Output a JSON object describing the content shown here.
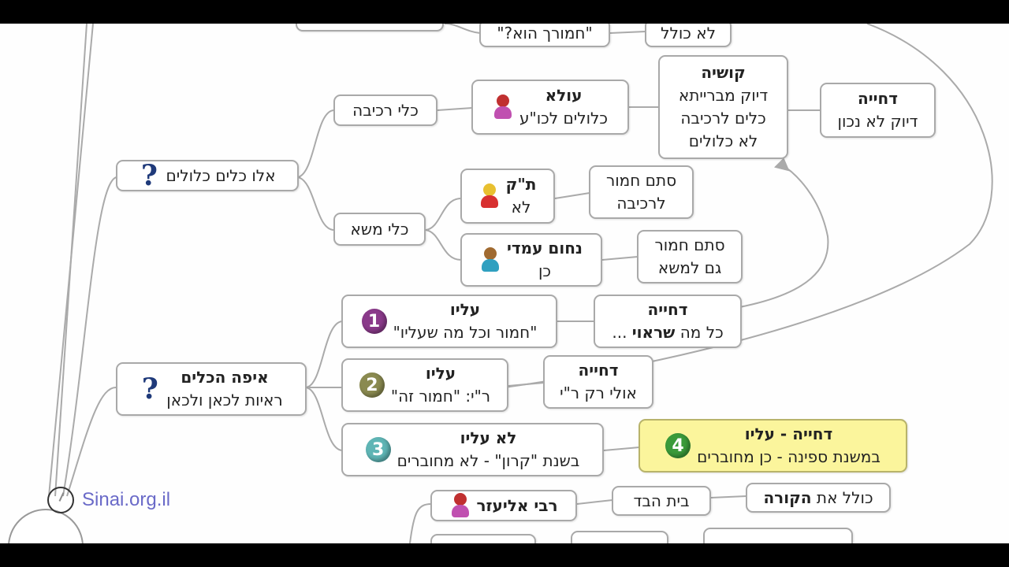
{
  "logo": {
    "text": "Sinai.org.il"
  },
  "nodes": {
    "chamorcha": {
      "text": "\"חמורך הוא?\""
    },
    "lo_kolel": {
      "text": "לא כולל"
    },
    "kli_rechiva": {
      "text": "כלי רכיבה"
    },
    "ula": {
      "title": "עולא",
      "text": "כלולים לכו\"ע",
      "icon": "female-person-icon"
    },
    "kushya": {
      "title": "קושיה",
      "lines": [
        "דיוק מברייתא",
        "כלים לרכיבה",
        "לא כלולים"
      ]
    },
    "dchiya_top": {
      "title": "דחייה",
      "text": "דיוק לא נכון"
    },
    "elu_kelim": {
      "text": "אלו כלים כלולים",
      "icon": "question-icon"
    },
    "kli_masa": {
      "text": "כלי משא"
    },
    "tk": {
      "title": "ת\"ק",
      "text": "לא",
      "icon": "blonde-person-icon"
    },
    "stam_rechiva": {
      "lines": [
        "סתם חמור",
        "לרכיבה"
      ]
    },
    "nachum": {
      "title": "נחום עמדי",
      "text": "כן",
      "icon": "male-person-icon"
    },
    "stam_masa": {
      "lines": [
        "סתם חמור",
        "גם למשא"
      ]
    },
    "alav1": {
      "number": "1",
      "title": "עליו",
      "text": "\"חמור וכל מה שעליו\""
    },
    "dchiya1": {
      "title": "דחייה",
      "text_plain": "כל מה",
      "text_bold": "שראוי",
      "text_tail": "..."
    },
    "eifo": {
      "title": "איפה הכלים",
      "text": "ראיות לכאן ולכאן",
      "icon": "question-icon"
    },
    "alav2": {
      "number": "2",
      "title": "עליו",
      "text": "ר\"י: \"חמור זה\""
    },
    "dchiya2": {
      "title": "דחייה",
      "text": "אולי רק ר\"י"
    },
    "lo_alav3": {
      "number": "3",
      "title": "לא עליו",
      "text": "בשנת \"קרון\" - לא מחוברים"
    },
    "dchiya4": {
      "number": "4",
      "title": "דחייה - עליו",
      "text": "במשנת ספינה - כן מחוברים"
    },
    "rabi_eliezer": {
      "text": "רבי אליעזר",
      "icon": "female-person-icon"
    },
    "beit_habad": {
      "text": "בית הבד"
    },
    "kolel_kora": {
      "text_plain": "כולל את",
      "text_bold": "הקורה"
    }
  },
  "colors": {
    "yellow_node": "#fbf59c",
    "num1": "#8a3a8a",
    "num2": "#8a8a50",
    "num3": "#5fb5b5",
    "num4": "#3a9a3a",
    "logo": "#6a6ac8"
  }
}
